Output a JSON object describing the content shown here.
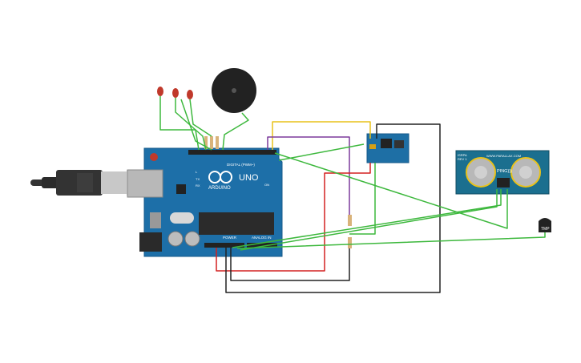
{
  "arduino": {
    "label_uno": "UNO",
    "label_brand": "ARDUINO",
    "label_digital": "DIGITAL (PWM~)",
    "label_power": "POWER",
    "label_analog": "ANALOG IN",
    "label_l": "L",
    "label_tx": "TX",
    "label_rx": "RX",
    "label_on": "ON"
  },
  "ultrasonic": {
    "label_top": "ISRPA",
    "label_top2": "REV 1",
    "label_url": "WWW.PARALLAX.COM",
    "label_ping": "PING)))"
  },
  "temp_sensor": {
    "label": "TMP"
  },
  "wire_colors": {
    "green": "#3db83d",
    "red": "#d42020",
    "black": "#222222",
    "yellow": "#e8c21a",
    "purple": "#7b3a9b"
  },
  "board_color": "#1d6fa8",
  "sensor_color": "#1b6f8f"
}
